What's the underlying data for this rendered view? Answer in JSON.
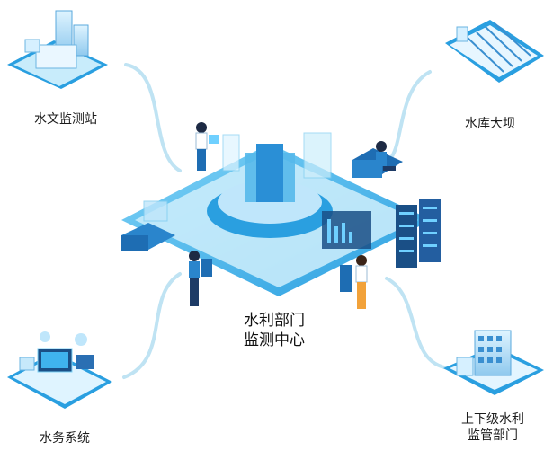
{
  "nodes": {
    "hydro_station": {
      "label": "水文监测站"
    },
    "reservoir": {
      "label": "水库大坝"
    },
    "affairs_system": {
      "label": "水务系统"
    },
    "upper_lower": {
      "label_line1": "上下级水利",
      "label_line2": "监管部门"
    }
  },
  "center": {
    "line1": "水利部门",
    "line2": "监测中心"
  },
  "colors": {
    "accent": "#2aa6e6",
    "light": "#cfeefb",
    "line": "#bfe3f3",
    "dark": "#1a4f86"
  }
}
